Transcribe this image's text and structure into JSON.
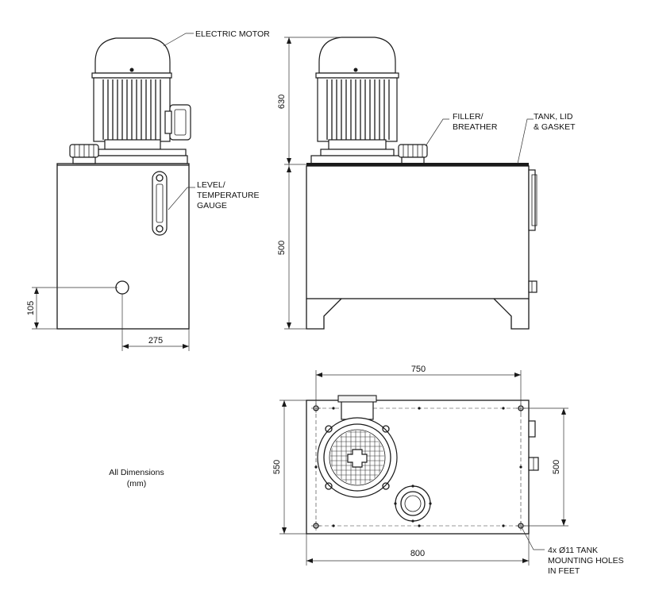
{
  "labels": {
    "electric_motor": "ELECTRIC MOTOR",
    "filler_line1": "FILLER/",
    "filler_line2": "BREATHER",
    "tank_line1": "TANK, LID",
    "tank_line2": "& GASKET",
    "gauge_line1": "LEVEL/",
    "gauge_line2": "TEMPERATURE",
    "gauge_line3": "GAUGE",
    "holes_line1": "4x Ø11 TANK",
    "holes_line2": "MOUNTING HOLES",
    "holes_line3": "IN FEET"
  },
  "note": {
    "line1": "All Dimensions",
    "line2": "(mm)"
  },
  "dimensions": {
    "motor_height": "630",
    "tank_height": "500",
    "port_height": "105",
    "port_offset": "275",
    "top_hole_span_x": "750",
    "top_hole_span_y": "500",
    "overall_width": "800",
    "overall_depth": "550"
  }
}
